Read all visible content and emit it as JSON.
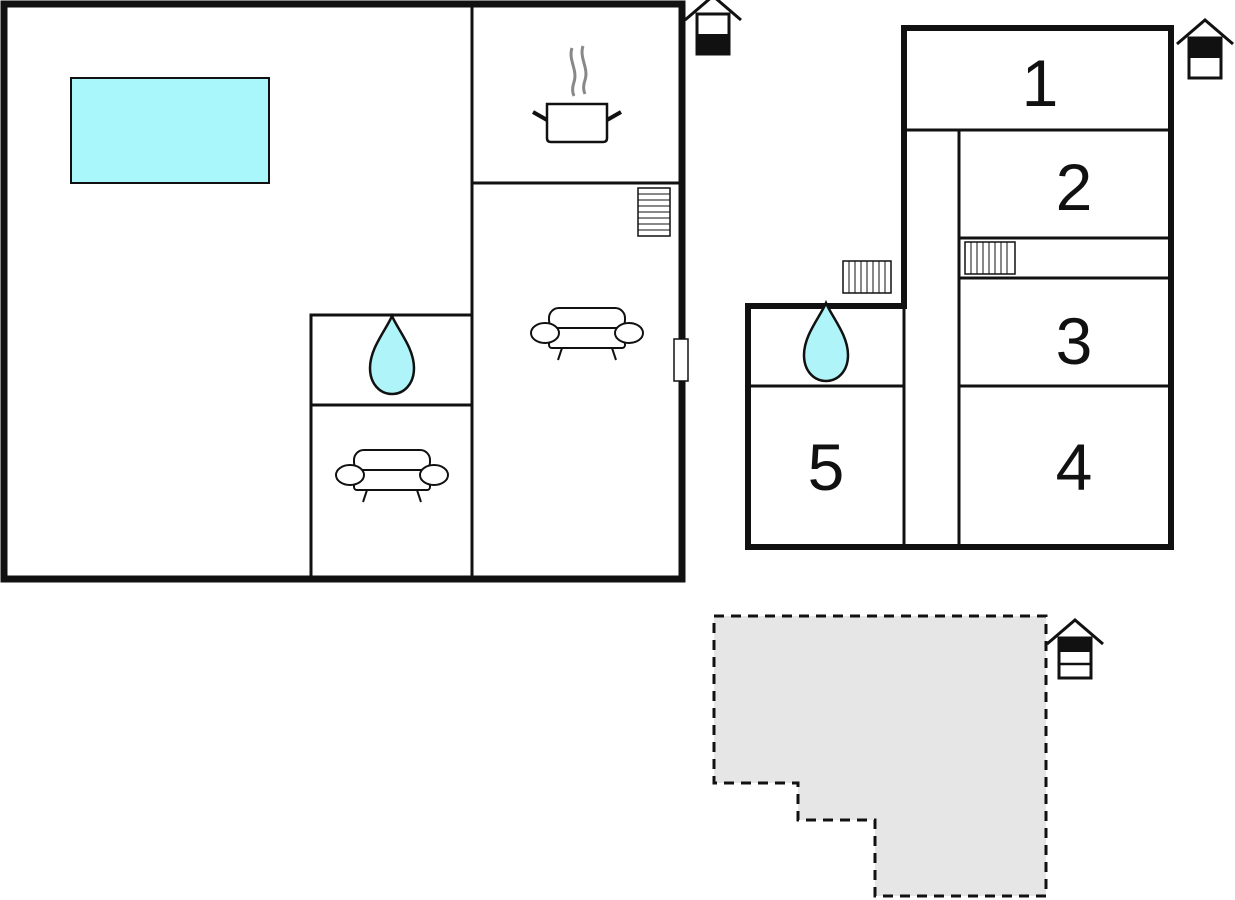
{
  "colors": {
    "wall": "#111111",
    "pool": "#aaf7fb",
    "water": "#aef4f8",
    "terrace_fill": "#e6e6e6",
    "steam": "#888888",
    "background": "#ffffff"
  },
  "rooms": {
    "room_1": "1",
    "room_2": "2",
    "room_3": "3",
    "room_4": "4",
    "room_5": "5"
  },
  "icons": {
    "floor_marker": "house-floor-icon",
    "pool": "pool-icon",
    "kitchen": "cooking-pot-icon",
    "bathroom": "water-drop-icon",
    "living": "sofa-icon",
    "stairs": "stairs-icon",
    "door": "door-icon"
  }
}
